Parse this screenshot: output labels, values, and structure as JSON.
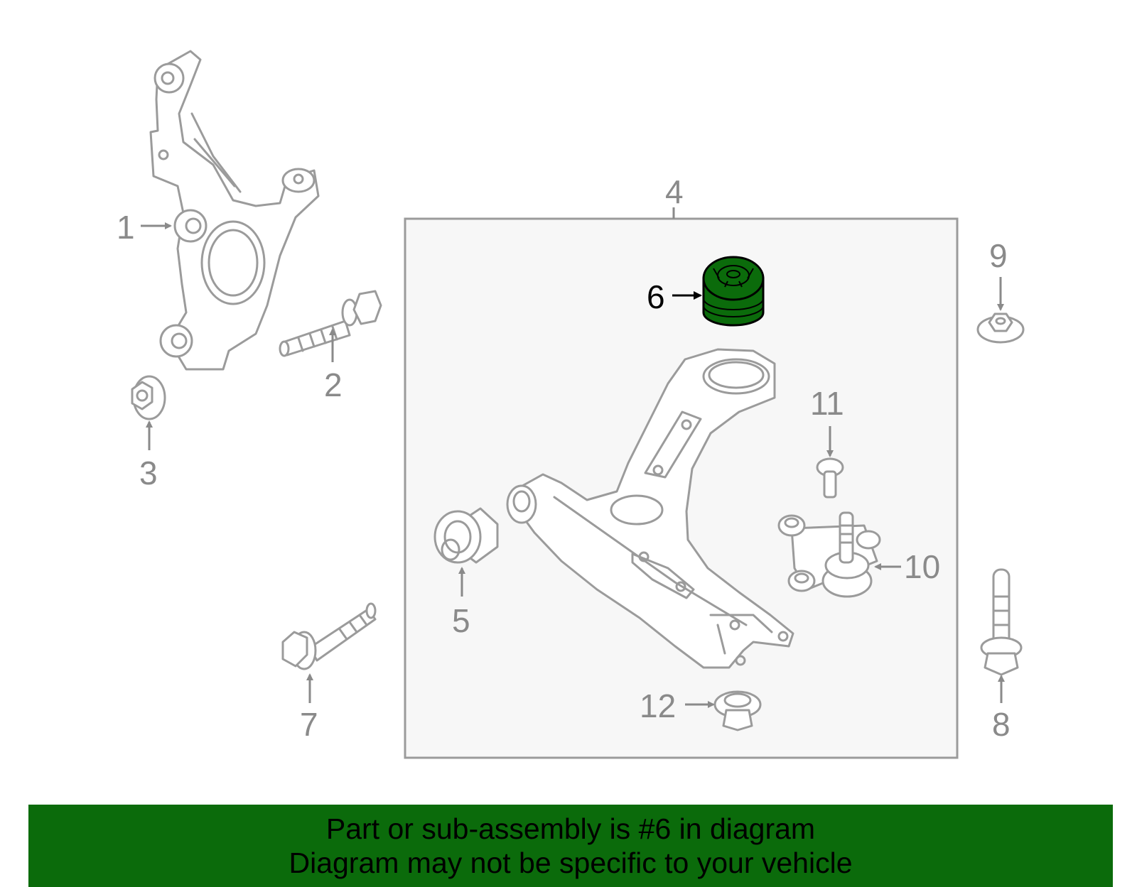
{
  "callouts": {
    "c1": "1",
    "c2": "2",
    "c3": "3",
    "c4": "4",
    "c5": "5",
    "c6": "6",
    "c7": "7",
    "c8": "8",
    "c9": "9",
    "c10": "10",
    "c11": "11",
    "c12": "12"
  },
  "highlight": {
    "part_number": "6",
    "color": "#0b6b0b"
  },
  "banner": {
    "line1": "Part or sub-assembly is #6 in diagram",
    "line2": "Diagram may not be specific to your vehicle",
    "background": "#0b6b0b"
  },
  "colors": {
    "line_art": "#9b9b9b",
    "assembly_box": "#f7f7f7"
  }
}
